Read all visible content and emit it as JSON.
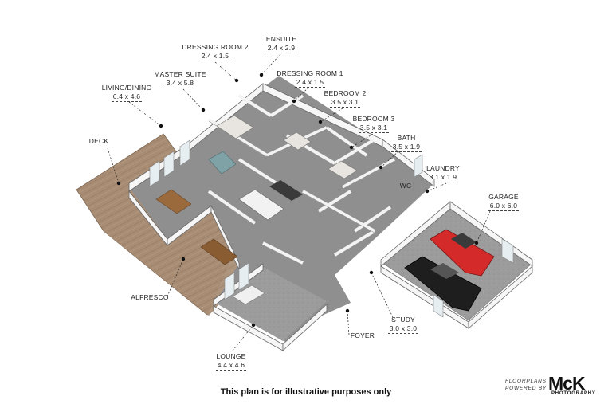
{
  "rooms": {
    "dressing_room_2": {
      "name": "DRESSING ROOM 2",
      "dim": "2.4 x 1.5"
    },
    "ensuite": {
      "name": "ENSUITE",
      "dim": "2.4 x 2.9"
    },
    "master_suite": {
      "name": "MASTER SUITE",
      "dim": "3.4 x 5.8"
    },
    "dressing_room_1": {
      "name": "DRESSING ROOM 1",
      "dim": "2.4 x 1.5"
    },
    "living_dining": {
      "name": "LIVING/DINING",
      "dim": "6.4 x 4.6"
    },
    "bedroom_2": {
      "name": "BEDROOM 2",
      "dim": "3.5 x 3.1"
    },
    "bedroom_3": {
      "name": "BEDROOM 3",
      "dim": "3.5 x 3.1"
    },
    "bath": {
      "name": "BATH",
      "dim": "3.5 x 1.9"
    },
    "deck": {
      "name": "DECK",
      "dim": ""
    },
    "laundry": {
      "name": "LAUNDRY",
      "dim": "3.1 x 1.9"
    },
    "wc": {
      "name": "WC",
      "dim": ""
    },
    "garage": {
      "name": "GARAGE",
      "dim": "6.0 x 6.0"
    },
    "alfresco": {
      "name": "ALFRESCO",
      "dim": ""
    },
    "study": {
      "name": "STUDY",
      "dim": "3.0 x 3.0"
    },
    "foyer": {
      "name": "FOYER",
      "dim": ""
    },
    "lounge": {
      "name": "LOUNGE",
      "dim": "4.4 x 4.6"
    }
  },
  "disclaimer": "This plan is for illustrative purposes only",
  "branding": {
    "line1": "FLOORPLANS",
    "line2": "POWERED BY",
    "logo": "McK",
    "sub": "PHOTOGRAPHY"
  },
  "colors": {
    "deck_wood": "#a58a72",
    "wall": "#f7f7f7",
    "floor": "#8f8f8f",
    "garage_floor": "#9a9a9a",
    "red_car": "#d42a2a",
    "black_car": "#1e1e1e",
    "text": "#222222"
  }
}
